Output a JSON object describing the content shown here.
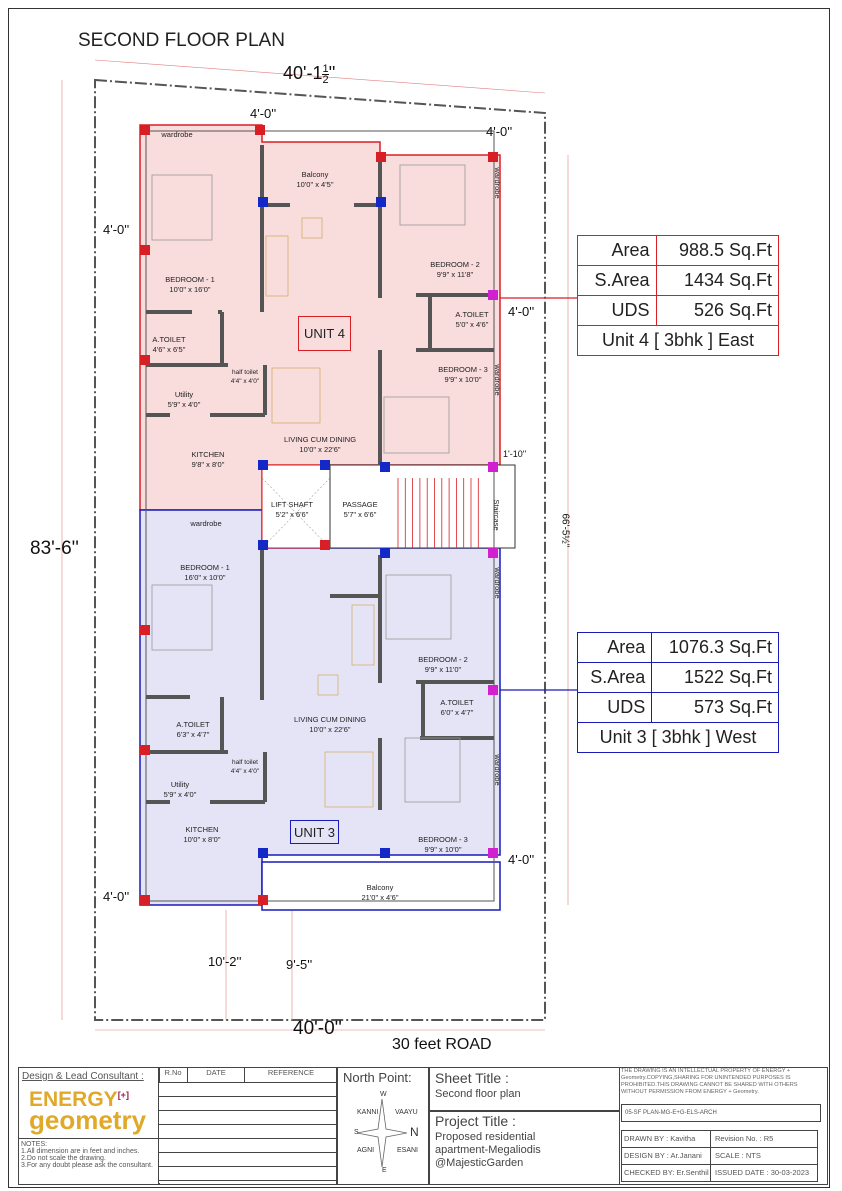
{
  "title": "SECOND FLOOR PLAN",
  "dimensions": {
    "top": "40'-1",
    "top_frac_num": "1",
    "top_frac_den": "2",
    "left": "83'-6''",
    "right": "66'-5½''",
    "bottom": "40'-0''",
    "road": "30 feet ROAD",
    "d1": "4'-0''",
    "d2": "4'-0''",
    "d3": "4'-0''",
    "d4": "4'-0''",
    "d5": "4'-0''",
    "d6": "4'-0''",
    "d7": "10'-2''",
    "d8": "9'-5''",
    "d9": "1'-10''"
  },
  "unit4": {
    "label": "UNIT 4",
    "rooms": [
      {
        "name": "wardrobe"
      },
      {
        "name": "Balcony",
        "size": "10'0\" x 4'5\""
      },
      {
        "name": "BEDROOM - 2",
        "size": "9'9\" x 11'8\""
      },
      {
        "name": "BEDROOM - 1",
        "size": "10'0\" x 16'0\""
      },
      {
        "name": "A.TOILET",
        "size": "5'0\" x 4'6\""
      },
      {
        "name": "A.TOILET",
        "size": "4'6\" x 6'5\""
      },
      {
        "name": "BEDROOM - 3",
        "size": "9'9\" x 10'0\""
      },
      {
        "name": "half toilet",
        "size": "4'4\" x 4'0\""
      },
      {
        "name": "Utility",
        "size": "5'9\" x 4'0\""
      },
      {
        "name": "LIVING CUM DINING",
        "size": "10'0\" x 22'6\""
      },
      {
        "name": "KITCHEN",
        "size": "9'8\" x 8'0\""
      },
      {
        "name": "wardrobe"
      },
      {
        "name": "wardrobe"
      }
    ],
    "info": {
      "area_label": "Area",
      "area": "988.5 Sq.Ft",
      "sarea_label": "S.Area",
      "sarea": "1434 Sq.Ft",
      "uds_label": "UDS",
      "uds": "526 Sq.Ft",
      "summary": "Unit 4 [ 3bhk ] East"
    },
    "color": "#d81f26",
    "fill": "#f9dcdc"
  },
  "common": {
    "lift": "LIFT SHAFT",
    "lift_size": "5'2\" x 6'6\"",
    "passage": "PASSAGE",
    "passage_size": "5'7\" x 6'6\"",
    "staircase": "Staircase"
  },
  "unit3": {
    "label": "UNIT 3",
    "rooms": [
      {
        "name": "wardrobe"
      },
      {
        "name": "BEDROOM - 1",
        "size": "16'0\" x 10'0\""
      },
      {
        "name": "BEDROOM - 2",
        "size": "9'9\" x 11'0\""
      },
      {
        "name": "A.TOILET",
        "size": "6'0\" x 4'7\""
      },
      {
        "name": "A.TOILET",
        "size": "6'3\" x 4'7\""
      },
      {
        "name": "LIVING CUM DINING",
        "size": "10'0\" x 22'6\""
      },
      {
        "name": "half toilet",
        "size": "4'4\" x 4'0\""
      },
      {
        "name": "Utility",
        "size": "5'9\" x 4'0\""
      },
      {
        "name": "KITCHEN",
        "size": "10'0\" x 8'0\""
      },
      {
        "name": "BEDROOM - 3",
        "size": "9'9\" x 10'0\""
      },
      {
        "name": "Balcony",
        "size": "21'0\" x 4'6\""
      },
      {
        "name": "wardrobe"
      },
      {
        "name": "wardrobe"
      }
    ],
    "info": {
      "area_label": "Area",
      "area": "1076.3 Sq.Ft",
      "sarea_label": "S.Area",
      "sarea": "1522 Sq.Ft",
      "uds_label": "UDS",
      "uds": "573 Sq.Ft",
      "summary": "Unit 3 [ 3bhk ] West"
    },
    "color": "#1a1ab8",
    "fill": "#e4e4f6"
  },
  "title_block": {
    "consultant_label": "Design & Lead Consultant :",
    "logo_top": "ENERGY",
    "logo_mark": "[+]",
    "logo_bottom": "geometry",
    "notes_title": "NOTES:",
    "notes": [
      "1.All dimension are in feet and inches.",
      "2.Do not scale the drawing.",
      "3.For any doubt please ask the consultant."
    ],
    "rev_headers": [
      "R.No",
      "DATE",
      "REFERENCE"
    ],
    "north_label": "North Point:",
    "compass": {
      "w": "W",
      "e": "E",
      "s": "S",
      "n": "N",
      "kanni": "KANNI",
      "vaayu": "VAAYU",
      "agni": "AGNI",
      "esani": "ESANI"
    },
    "sheet_label": "Sheet Title :",
    "sheet_title": "Second floor plan",
    "project_label": "Project Title :",
    "project_title": [
      "Proposed residential",
      "apartment-Megaliodis",
      "@MajesticGarden"
    ],
    "copyright": "THE DRAWING IS AN INTELLECTUAL PROPERTY OF ENERGY + Geometry.COPYING,SHARING FOR UNINTENDED PURPOSES IS PROHIBITED.THIS DRAWING CANNOT BE SHARED WITH OTHERS WITHOUT PERMISSION FROM ENERGY + Geometry.",
    "drawing_code": "05-SF PLAN-MG-E+G-ELS-ARCH",
    "drawn_by": "DRAWN BY : Kavitha",
    "revision": "Revision No. : R5",
    "design_by": "DESIGN BY : Ar.Janani",
    "scale": "SCALE :  NTS",
    "checked_by": "CHECKED BY: Er.Senthil",
    "issued": "ISSUED DATE : 30-03-2023"
  },
  "colors": {
    "logo": "#e0a92a",
    "logo_mark": "#9b1b4e",
    "column_red": "#d81f26",
    "column_blue": "#1428c8",
    "column_magenta": "#d020d0"
  }
}
